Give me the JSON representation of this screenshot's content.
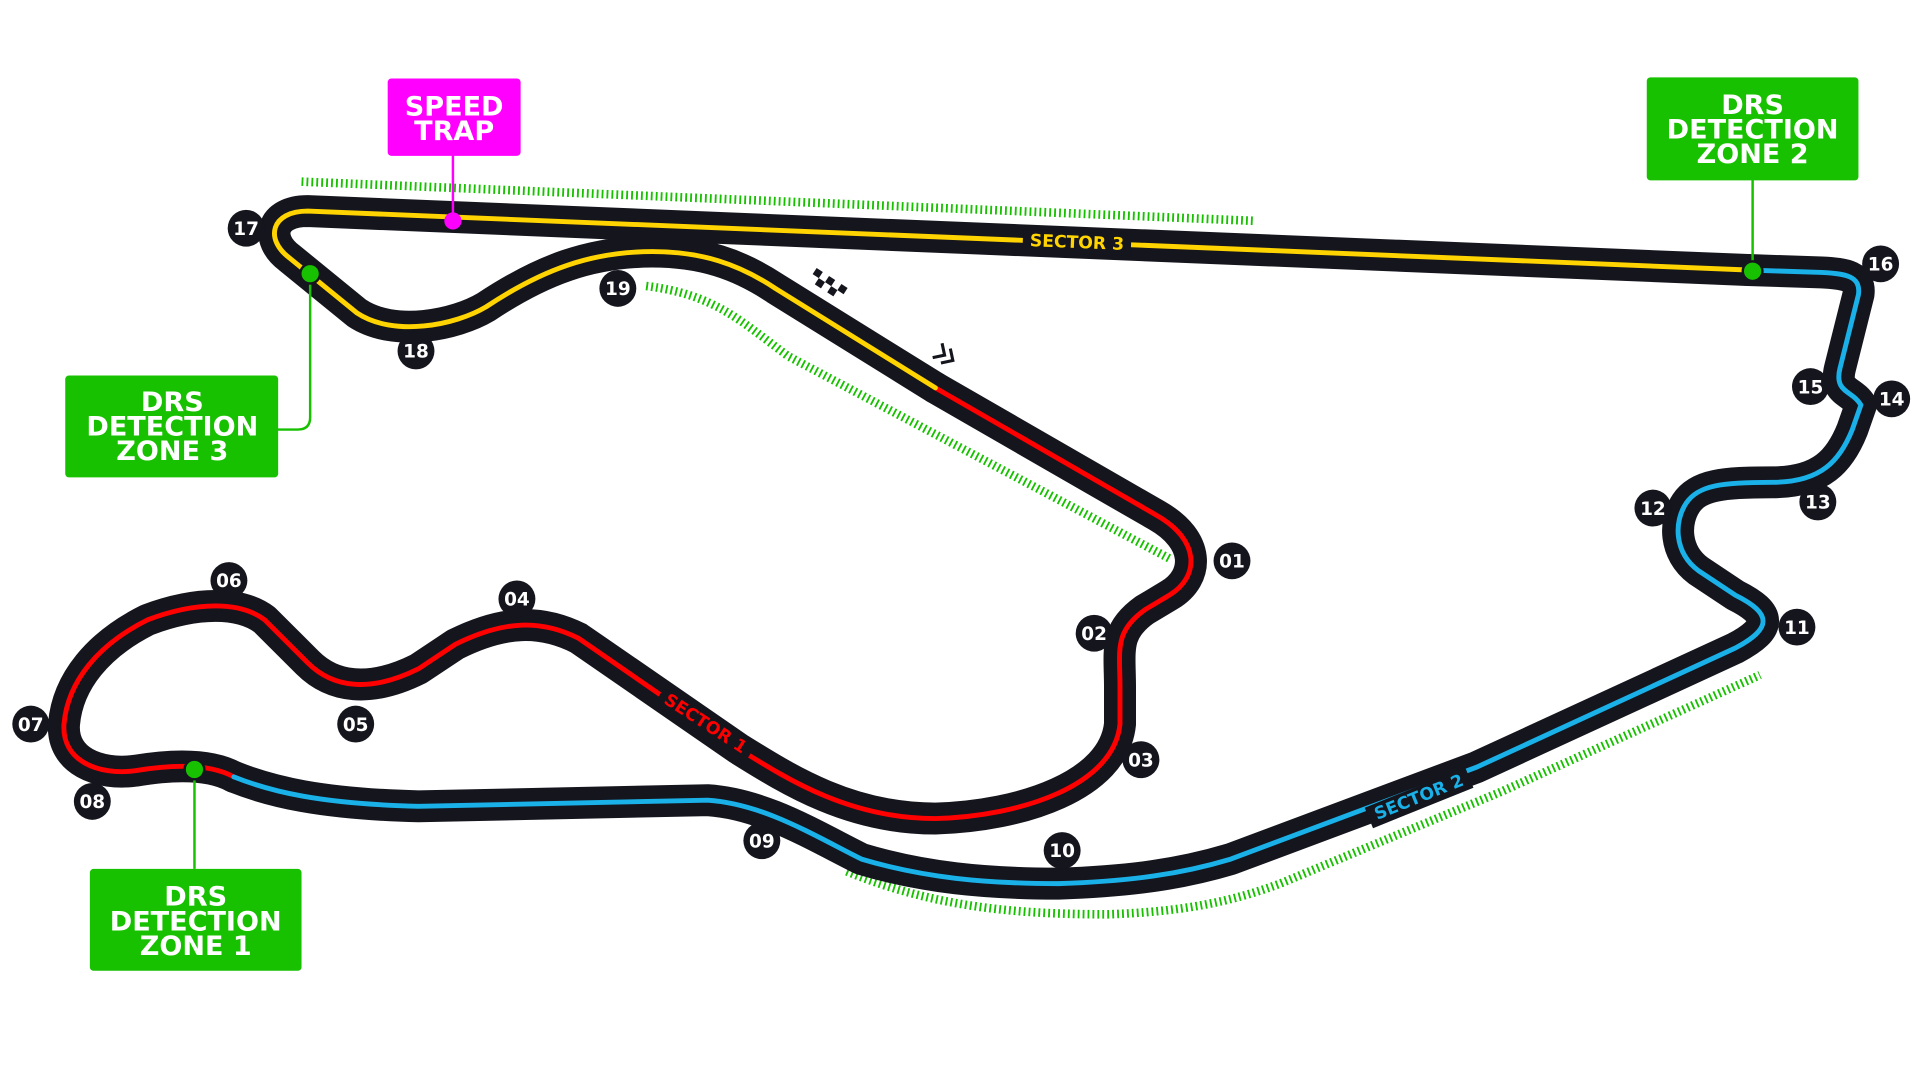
{
  "colors": {
    "track": "#15151e",
    "sector1": "#ff0000",
    "sector2": "#1ab0e8",
    "sector3": "#ffd400",
    "drs": "#17c100",
    "speed_trap": "#ff00ff"
  },
  "sectors": {
    "s1": "SECTOR 1",
    "s2": "SECTOR 2",
    "s3": "SECTOR 3"
  },
  "speed_trap": {
    "line1": "SPEED",
    "line2": "TRAP"
  },
  "drs_zones": [
    {
      "line1": "DRS",
      "line2": "DETECTION",
      "line3": "ZONE 1"
    },
    {
      "line1": "DRS",
      "line2": "DETECTION",
      "line3": "ZONE 2"
    },
    {
      "line1": "DRS",
      "line2": "DETECTION",
      "line3": "ZONE 3"
    }
  ],
  "turns": [
    "01",
    "02",
    "03",
    "04",
    "05",
    "06",
    "07",
    "08",
    "09",
    "10",
    "11",
    "12",
    "13",
    "14",
    "15",
    "16",
    "17",
    "18",
    "19"
  ],
  "icons": {
    "start": "checkered-flag-icon",
    "direction": "double-chevron-icon"
  }
}
